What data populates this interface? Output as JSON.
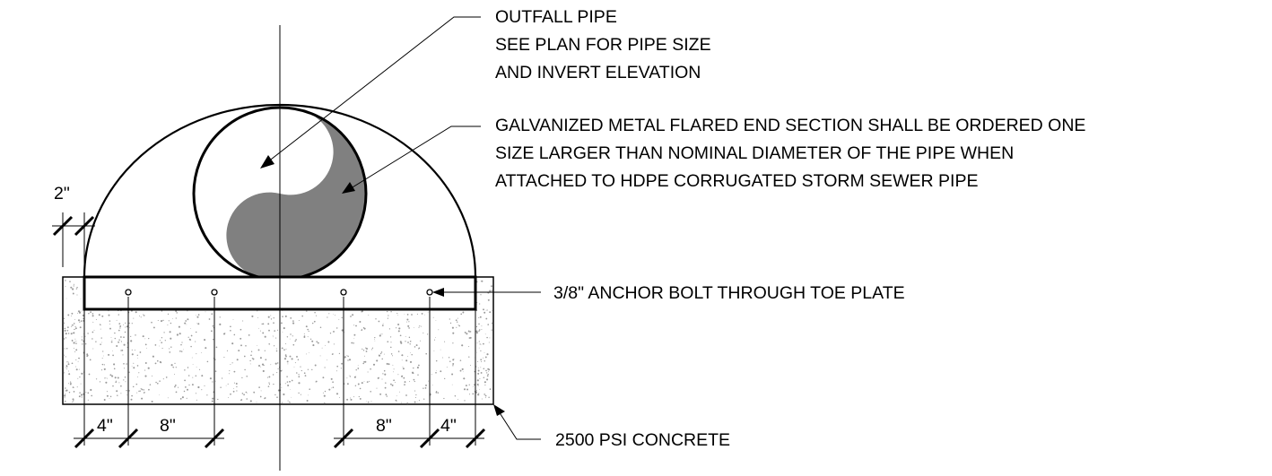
{
  "notes": {
    "outfall": [
      "OUTFALL PIPE",
      "SEE PLAN FOR PIPE SIZE",
      "AND INVERT ELEVATION"
    ],
    "galvanized": [
      "GALVANIZED METAL FLARED END SECTION SHALL BE ORDERED ONE",
      "SIZE LARGER THAN NOMINAL DIAMETER OF THE PIPE WHEN",
      "ATTACHED TO HDPE CORRUGATED STORM SEWER PIPE"
    ],
    "anchor_bolt": "3/8\" ANCHOR BOLT THROUGH TOE PLATE",
    "concrete": "2500 PSI CONCRETE"
  },
  "dimensions": {
    "flare_height": "2\"",
    "left_edge": "4\"",
    "left_spacing": "8\"",
    "right_spacing": "8\"",
    "right_edge": "4\""
  },
  "colors": {
    "line": "#000000",
    "pipe_fill": "#808080",
    "concrete_speckle": "#9a9a9a"
  }
}
